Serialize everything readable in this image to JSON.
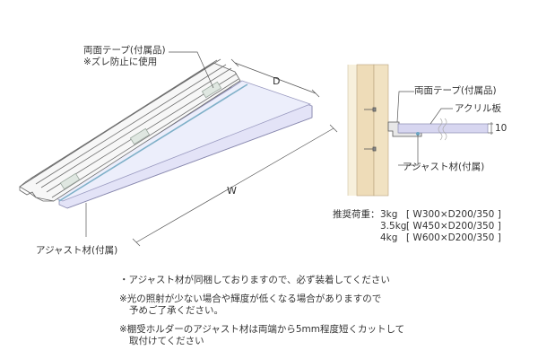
{
  "left_view": {
    "tape_label_line1": "両面テープ(付属品)",
    "tape_label_line2": "※ズレ防止に使用",
    "dim_depth": "D",
    "dim_width": "W",
    "adjuster_label": "アジャスト材(付属)"
  },
  "right_view": {
    "tape_label": "両面テープ(付属品)",
    "acrylic_label": "アクリル板",
    "thickness": "10",
    "adjuster_label": "アジャスト材(付属)"
  },
  "load_table": {
    "heading": "推奨荷重：",
    "rows": [
      {
        "load": "3kg",
        "spec": "[ W300×D200/350 ]"
      },
      {
        "load": "3.5kg",
        "spec": "[ W450×D200/350 ]"
      },
      {
        "load": "4kg",
        "spec": "[ W600×D200/350 ]"
      }
    ]
  },
  "notes": {
    "note1": "・アジャスト材が同梱しておりますので、必ず装着してください",
    "note2_line1": "※光の照射が少ない場合や輝度が低くなる場合がありますので",
    "note2_line2": "予めご了承ください。",
    "note3_line1": "※棚受ホルダーのアジャスト材は両端から5mm程度短くカットして",
    "note3_line2": "取付けてください"
  }
}
